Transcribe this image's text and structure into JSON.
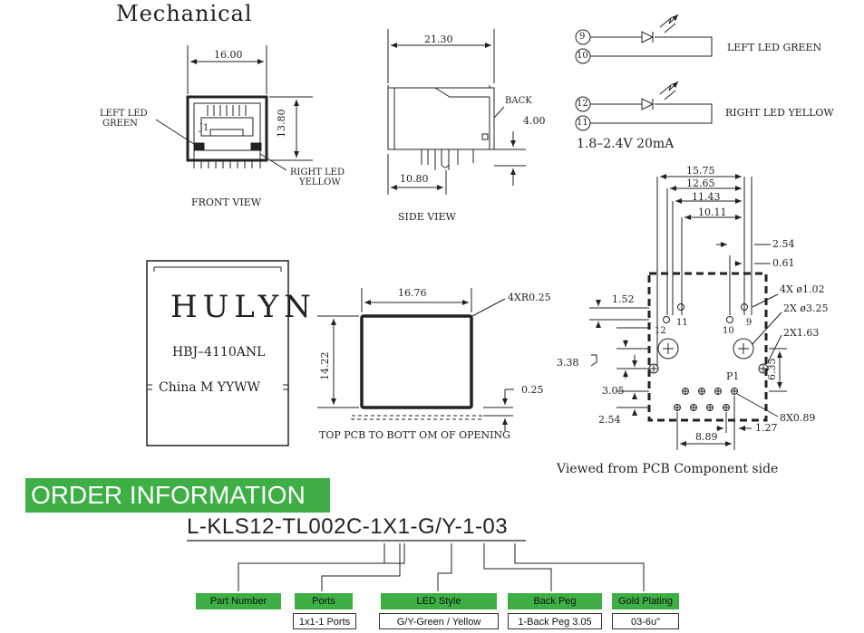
{
  "header": {
    "title": "Mechanical"
  },
  "front_view": {
    "dim_width": "16.00",
    "dim_height": "13.80",
    "left_led": "LEFT  LED",
    "left_led_color": "GREEN",
    "right_led": "RIGHT  LED",
    "right_led_color": "YELLOW",
    "j1": "J1",
    "caption": "FRONT VIEW"
  },
  "side_view": {
    "dim_length": "21.30",
    "dim_back": "4.00",
    "dim_bottom": "10.80",
    "back_label": "BACK",
    "caption": "SIDE VIEW"
  },
  "led_schematic": {
    "pin9": "9",
    "pin10": "10",
    "pin12": "12",
    "pin11": "11",
    "left_label": "LEFT  LED GREEN",
    "right_label": "RIGHT  LED YELLOW",
    "spec": "1.8–2.4V   20mA"
  },
  "top_view": {
    "brand": "HULYN",
    "model": "HBJ–4110ANL",
    "origin": "China M YYWW"
  },
  "cutout": {
    "dim_width": "16.76",
    "dim_height": "14.22",
    "radius": "4XR0.25",
    "offset": "0.25",
    "caption": "TOP  PCB TO BOTT OM OF OPENING"
  },
  "pcb_layout": {
    "dims": [
      "15.75",
      "12.65",
      "11.43",
      "10.11",
      "2.54",
      "0.61",
      "1.52",
      "3.38",
      "3.05",
      "2.54",
      "8.89",
      "1.27",
      "6.35"
    ],
    "hole_a": "4X ø1.02",
    "hole_b": "2X ø3.25",
    "hole_c": "2X1.63",
    "hole_d": "8X0.89",
    "pins": [
      "12",
      "11",
      "10",
      "9"
    ],
    "p1": "P1",
    "caption": "Viewed from PCB Component side"
  },
  "order": {
    "heading": "ORDER INFORMATION",
    "part_number": "L-KLS12-TL002C-1X1-G/Y-1-03",
    "fields": [
      {
        "label": "Part Number",
        "value": ""
      },
      {
        "label": "Ports",
        "value": "1x1-1 Ports"
      },
      {
        "label": "LED Style",
        "value": "G/Y-Green / Yellow"
      },
      {
        "label": "Back Peg",
        "value": "1-Back Peg 3.05"
      },
      {
        "label": "Gold Plating",
        "value": "03-6u\""
      }
    ]
  },
  "colors": {
    "accent": "#3daf45",
    "line": "#222222"
  }
}
